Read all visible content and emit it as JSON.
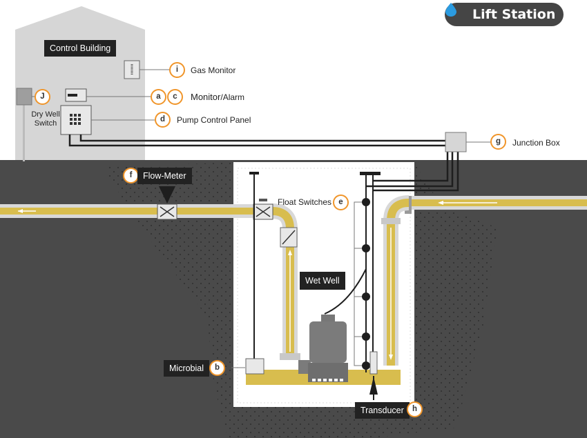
{
  "title": {
    "text": "Lift Station",
    "icon": "water-drop-icon"
  },
  "colors": {
    "accent": "#f0952a",
    "pipe": "#d8bd4e",
    "ground": "#4a4a4a",
    "building": "#d6d6d6",
    "pill": "#454545"
  },
  "labels": {
    "control_building": "Control Building",
    "gas_monitor": "Gas Monitor",
    "monitor_alarm_main": "Monitor",
    "monitor_alarm_suffix": "/Alarm",
    "pump_control_panel": "Pump Control Panel",
    "dry_well_switch_line1": "Dry Well",
    "dry_well_switch_line2": "Switch",
    "junction_box": "Junction Box",
    "flow_meter": "Flow-Meter",
    "float_switches": "Float Switches",
    "wet_well": "Wet Well",
    "microbial": "Microbial",
    "transducer": "Transducer"
  },
  "badges": {
    "gas_monitor": "i",
    "monitor": "a",
    "alarm": "c",
    "pump_control_panel": "d",
    "dry_well_switch": "J",
    "junction_box": "g",
    "flow_meter": "f",
    "float_switches": "e",
    "microbial": "b",
    "transducer": "h"
  }
}
